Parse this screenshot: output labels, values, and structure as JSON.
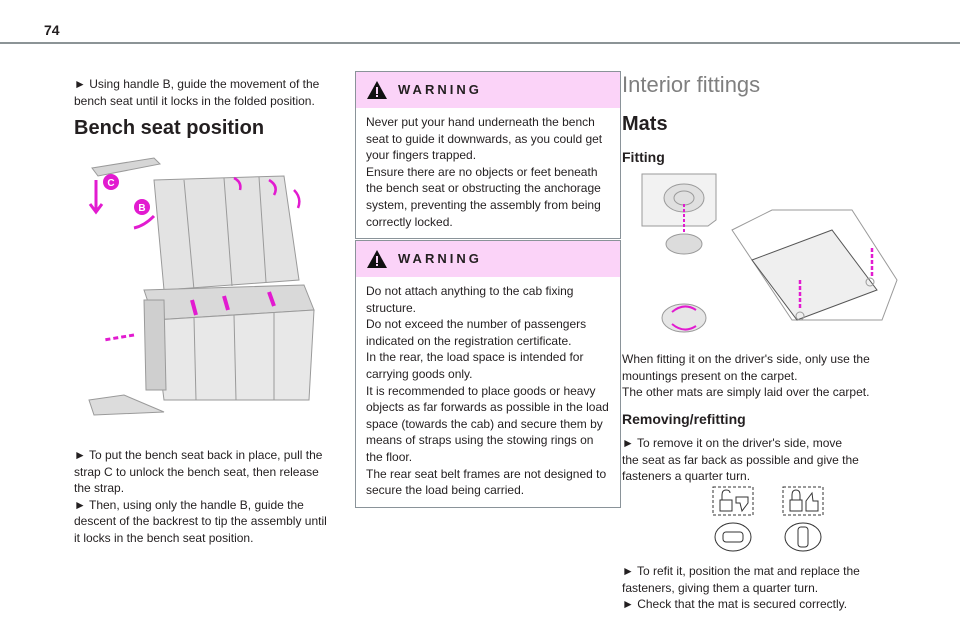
{
  "page_number": "74",
  "left": {
    "intro": [
      "► Using handle B, guide the movement of the",
      "bench seat until it locks in the folded position."
    ],
    "heading": "Bench seat position",
    "labels": {
      "c": "C",
      "b": "B"
    },
    "steps": [
      "► To put the bench seat back in place, pull the",
      "strap C to unlock the bench seat, then release",
      "the strap.",
      "► Then, using only the handle B, guide the",
      "descent of the backrest to tip the assembly until",
      "it locks in the bench seat position."
    ]
  },
  "middle": {
    "warning1": {
      "title": "WARNING",
      "lines": [
        "Never put your hand underneath the bench",
        "seat to guide it downwards, as you could get",
        "your fingers trapped.",
        "Ensure there are no objects or feet beneath",
        "the bench seat or obstructing the anchorage",
        "system, preventing the assembly from being",
        "correctly locked."
      ]
    },
    "warning2": {
      "title": "WARNING",
      "lines": [
        "Do not attach anything to the cab fixing",
        "structure.",
        "Do not exceed the number of passengers",
        "indicated on the registration certificate.",
        "In the rear, the load space is intended for",
        "carrying goods only.",
        "It is recommended to place goods or heavy",
        "objects as far forwards as possible in the load",
        "space (towards the cab) and secure them by",
        "means of straps using the stowing rings on",
        "the floor.",
        "The rear seat belt frames are not designed to",
        "secure the load being carried."
      ]
    }
  },
  "right": {
    "title": "Interior fittings",
    "heading": "Mats",
    "fitting": {
      "heading": "Fitting",
      "lines": [
        "When fitting it on the driver's side, only use the",
        "mountings present on the carpet.",
        "The other mats are simply laid over the carpet."
      ]
    },
    "removing": {
      "heading": "Removing/refitting",
      "lines1": [
        "► To remove it on the driver's side, move",
        "the seat as far back as possible and give the",
        "fasteners a quarter turn."
      ],
      "lines2": [
        "► To refit it, position the mat and replace the",
        "fasteners, giving them a quarter turn.",
        "► Check that the mat is secured correctly."
      ]
    }
  },
  "colors": {
    "warning_header": "#fbd3f8",
    "accent_arrow": "#e21bd0"
  }
}
